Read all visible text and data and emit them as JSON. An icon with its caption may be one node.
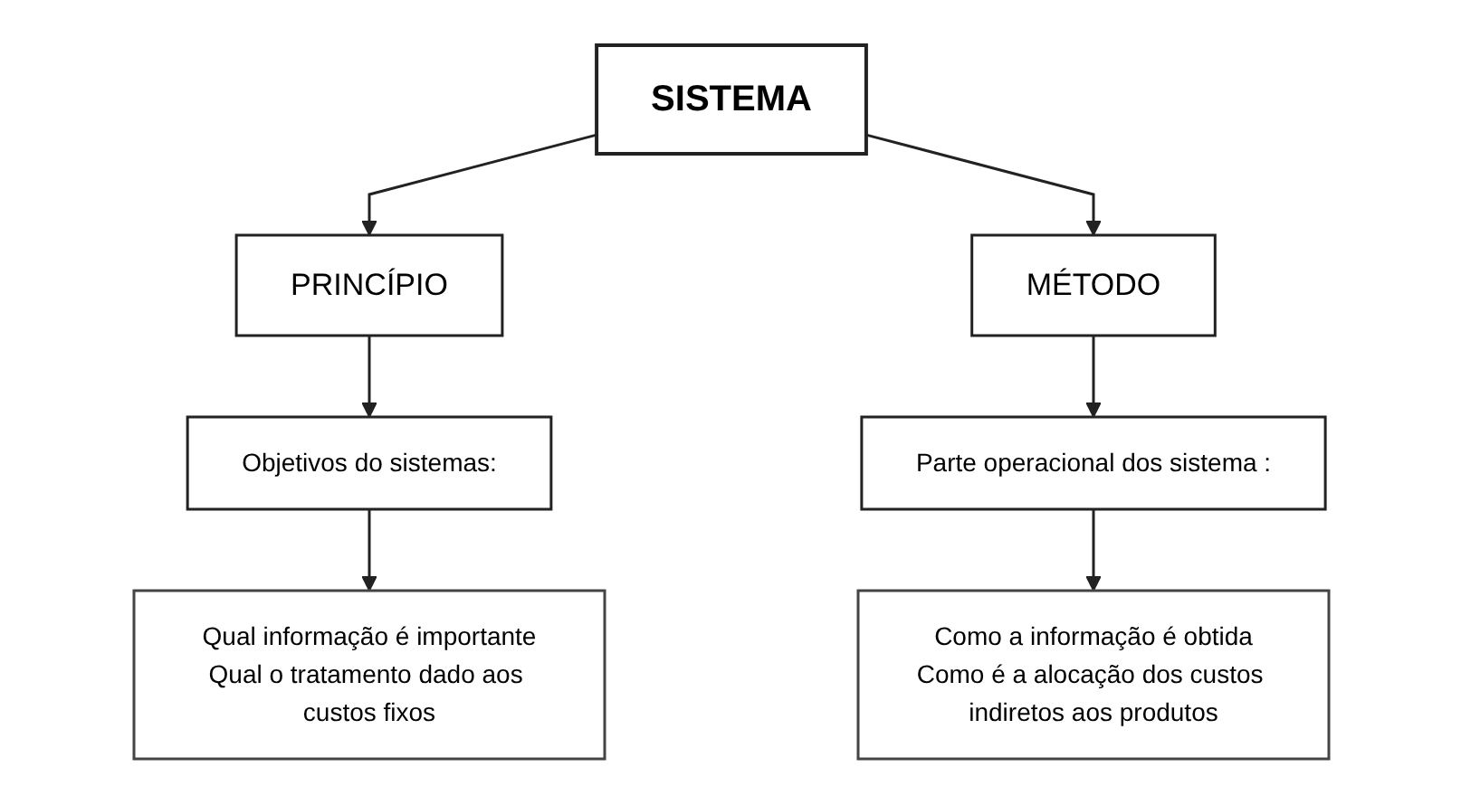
{
  "diagram": {
    "nodes": [
      {
        "text": [
          "SISTEMA"
        ]
      },
      {
        "text": [
          "PRINCÍPIO"
        ]
      },
      {
        "text": [
          "MÉTODO"
        ]
      },
      {
        "text": [
          "Objetivos do sistemas:"
        ]
      },
      {
        "text": [
          "Parte operacional dos sistema :"
        ]
      },
      {
        "text": [
          "Qual informação é importante",
          "Qual o tratamento dado aos custos fixos"
        ]
      },
      {
        "text": [
          "Como a informação é obtida",
          "Como é a alocação dos custos indiretos aos produtos"
        ]
      }
    ],
    "edges": [
      {
        "from": 0,
        "to": 1,
        "arrow": "to"
      },
      {
        "from": 0,
        "to": 2,
        "arrow": "to"
      },
      {
        "from": 1,
        "to": 3,
        "arrow": "to"
      },
      {
        "from": 2,
        "to": 4,
        "arrow": "to"
      },
      {
        "from": 3,
        "to": 5,
        "arrow": "to"
      },
      {
        "from": 4,
        "to": 6,
        "arrow": "to"
      }
    ]
  }
}
